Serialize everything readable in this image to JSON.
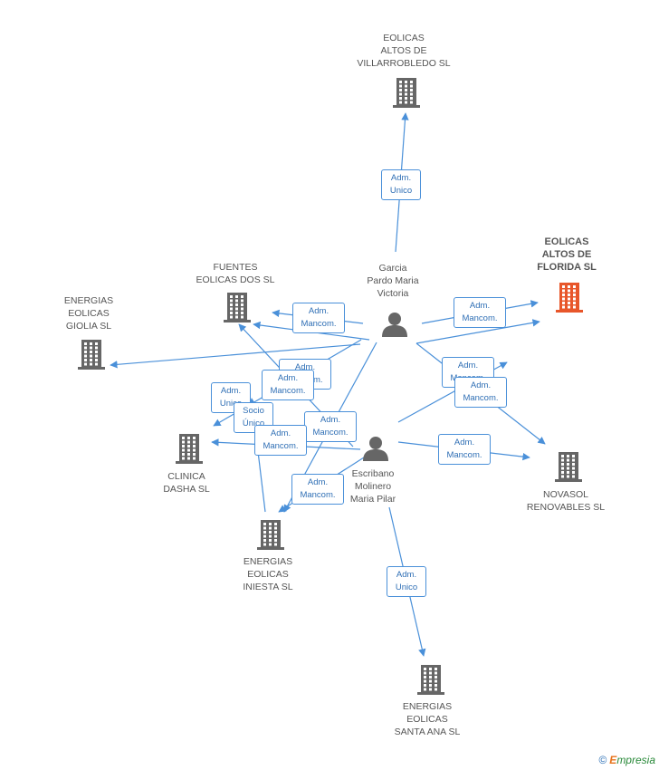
{
  "companies": [
    {
      "id": "villarrobledo",
      "lines": [
        "EOLICAS",
        "ALTOS DE",
        "VILLARROBLEDO SL"
      ],
      "highlight": false
    },
    {
      "id": "florida",
      "lines": [
        "EOLICAS",
        "ALTOS DE",
        "FLORIDA SL"
      ],
      "highlight": true
    },
    {
      "id": "fuentes",
      "lines": [
        "FUENTES",
        "EOLICAS DOS SL"
      ],
      "highlight": false
    },
    {
      "id": "giolia",
      "lines": [
        "ENERGIAS",
        "EOLICAS",
        "GIOLIA SL"
      ],
      "highlight": false
    },
    {
      "id": "dasha",
      "lines": [
        "CLINICA",
        "DASHA  SL"
      ],
      "highlight": false
    },
    {
      "id": "iniesta",
      "lines": [
        "ENERGIAS",
        "EOLICAS",
        "INIESTA  SL"
      ],
      "highlight": false
    },
    {
      "id": "novasol",
      "lines": [
        "NOVASOL",
        "RENOVABLES SL"
      ],
      "highlight": false
    },
    {
      "id": "santaana",
      "lines": [
        "ENERGIAS",
        "EOLICAS",
        "SANTA ANA SL"
      ],
      "highlight": false
    }
  ],
  "persons": [
    {
      "id": "garcia",
      "lines": [
        "Garcia",
        "Pardo Maria",
        "Victoria"
      ]
    },
    {
      "id": "escribano",
      "lines": [
        "Escribano",
        "Molinero",
        "Maria Pilar"
      ]
    }
  ],
  "roles": [
    {
      "id": "r1",
      "lines": [
        "Adm.",
        "Unico"
      ]
    },
    {
      "id": "r2",
      "lines": [
        "Adm.",
        "Mancom."
      ]
    },
    {
      "id": "r3",
      "lines": [
        "Adm.",
        "Mancom."
      ]
    },
    {
      "id": "r4",
      "lines": [
        "Adm.",
        "Mancom."
      ]
    },
    {
      "id": "r5",
      "lines": [
        "Adm.",
        "Mancom."
      ]
    },
    {
      "id": "r6",
      "lines": [
        "Adm.",
        "Mancom."
      ]
    },
    {
      "id": "r7",
      "lines": [
        "Adm.",
        "Unico"
      ]
    },
    {
      "id": "r8",
      "lines": [
        "Socio",
        "Único"
      ]
    },
    {
      "id": "r9",
      "lines": [
        "Adm.",
        "Mancom."
      ]
    },
    {
      "id": "r10",
      "lines": [
        "Adm.",
        "Mancom."
      ]
    },
    {
      "id": "r11",
      "lines": [
        "Adm.",
        "Mancom."
      ]
    },
    {
      "id": "r12",
      "lines": [
        "Adm.",
        "Mancom."
      ]
    },
    {
      "id": "r13",
      "lines": [
        "Adm.",
        "Mancom."
      ]
    },
    {
      "id": "r14",
      "lines": [
        "Adm.",
        "Unico"
      ]
    }
  ],
  "colors": {
    "edge": "#4a90d9",
    "building": "#666666",
    "building_highlight": "#e8562a",
    "person": "#666666"
  },
  "watermark": {
    "symbol": "©",
    "brand_initial": "E",
    "brand_rest": "mpresia"
  }
}
